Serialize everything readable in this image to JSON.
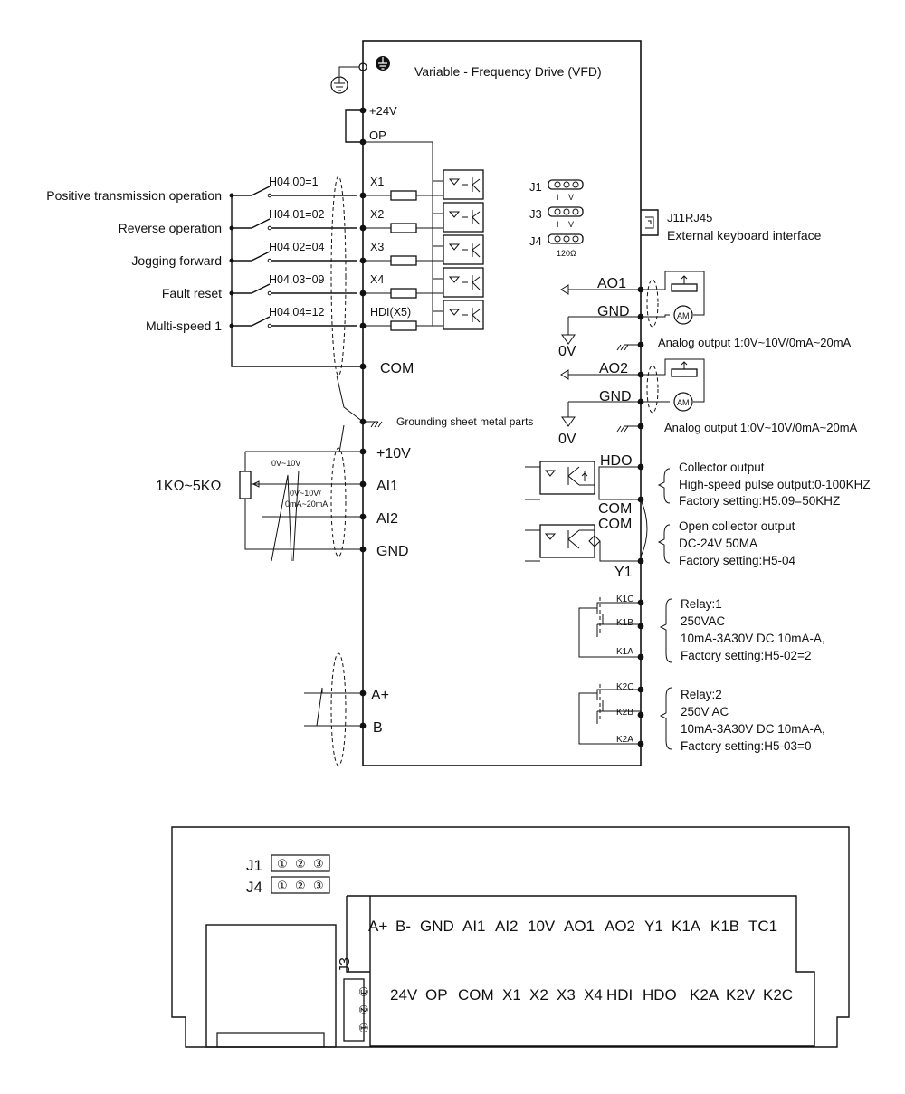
{
  "vfd": {
    "title": "Variable - Frequency Drive (VFD)",
    "plus24": "+24V",
    "op": "OP",
    "com": "COM",
    "grounding": "Grounding sheet metal parts",
    "plus10": "+10V",
    "ai1": "AI1",
    "ai2": "AI2",
    "gnd": "GND",
    "aplus": "A+",
    "b": "B",
    "pot_label": "1KΩ~5KΩ",
    "pot_r1": "0V~10V",
    "pot_r2": "0V~10V/",
    "pot_r3": "0mA~20mA"
  },
  "inputs": [
    {
      "label": "Positive  transmission operation",
      "param": "H04.00=1",
      "terminal": "X1"
    },
    {
      "label": "Reverse  operation",
      "param": "H04.01=02",
      "terminal": "X2"
    },
    {
      "label": "Jogging  forward",
      "param": "H04.02=04",
      "terminal": "X3"
    },
    {
      "label": "Fault  reset",
      "param": "H04.03=09",
      "terminal": "X4"
    },
    {
      "label": "Multi-speed  1",
      "param": "H04.04=12",
      "terminal": "HDI(X5)"
    }
  ],
  "jumpers": {
    "j1": "J1",
    "j3": "J3",
    "j4": "J4",
    "iv_i": "I",
    "iv_v": "V",
    "ohm": "120Ω",
    "rj45": "J11RJ45",
    "keyboard": "External keyboard interface"
  },
  "analog_outputs": [
    {
      "terminal": "AO1",
      "gnd": "GND",
      "zero": "0V",
      "am": "AM",
      "desc": "Analog output 1:0V~10V/0mA~20mA"
    },
    {
      "terminal": "AO2",
      "gnd": "GND",
      "zero": "0V",
      "am": "AM",
      "desc": "Analog output 1:0V~10V/0mA~20mA"
    }
  ],
  "hdo": {
    "terminal": "HDO",
    "com1": "COM",
    "com2": "COM",
    "y1": "Y1",
    "desc1": [
      "Collector   output",
      "High-speed pulse output:0-100KHZ",
      "Factory setting:H5.09=50KHZ"
    ],
    "desc2": [
      "Open  collector  output",
      "DC-24V   50MA",
      "Factory      setting:H5-04"
    ]
  },
  "relays": [
    {
      "c": "K1C",
      "b": "K1B",
      "a": "K1A",
      "desc": [
        "Relay:1",
        "250VAC",
        "10mA-3A30V    DC     10mA-A,",
        "Factory setting:H5-02=2"
      ]
    },
    {
      "c": "K2C",
      "b": "K2B",
      "a": "K2A",
      "desc": [
        "Relay:2",
        "250V  AC",
        "10mA-3A30V     DC     10mA-A,",
        "Factory setting:H5-03=0"
      ]
    }
  ],
  "board": {
    "j1": "J1",
    "j4": "J4",
    "j3": "J3",
    "pins": [
      "①",
      "②",
      "③"
    ],
    "top_row": [
      "A+",
      "B-",
      "GND",
      "AI1",
      "AI2",
      "10V",
      "AO1",
      "AO2",
      "Y1",
      "K1A",
      "K1B",
      "TC1"
    ],
    "bottom_row": [
      "24V",
      "OP",
      "COM",
      "X1",
      "X2",
      "X3",
      "X4",
      "HDI",
      "HDO",
      "K2A",
      "K2V",
      "K2C"
    ]
  }
}
